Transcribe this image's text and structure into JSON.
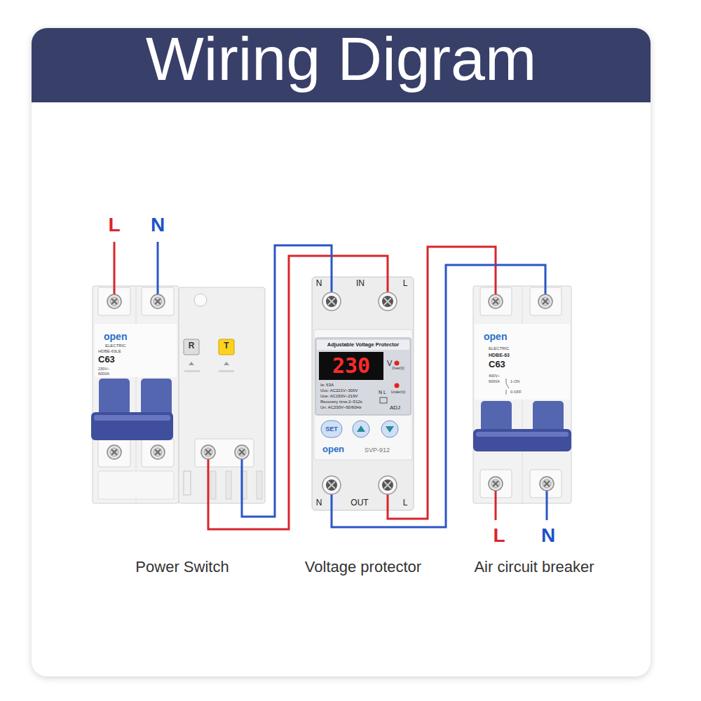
{
  "diagram": {
    "title": "Wiring Digram",
    "nodes": [
      {
        "text": [
          "Power Switch",
          "open",
          "ELECTRIC",
          "HDBE-63LE",
          "C63",
          "230V~",
          "6000A",
          "R",
          "T"
        ]
      },
      {
        "text": [
          "Voltage protector",
          "N",
          "IN",
          "L",
          "Adjustable Voltage Protector",
          "230",
          "V",
          "Over(V)",
          "Under(V)",
          "Ie: 63A",
          "Uvo: AC221V~300V",
          "Uve: AC150V~219V",
          "Recovery time:2~512s",
          "Un: AC230V~50/60Hz",
          "N L",
          "ADJ",
          "SET",
          "open",
          "SVP-912",
          "N",
          "OUT",
          "L"
        ]
      },
      {
        "text": [
          "Air circuit breaker",
          "open",
          "ELECTRIC",
          "HDBE-63",
          "C63",
          "400V~",
          "6000A",
          "1-ON",
          "0-OFF"
        ]
      }
    ],
    "edges": [
      {
        "from": 0,
        "to": 1,
        "arrow": "none"
      },
      {
        "from": 0,
        "to": 1,
        "arrow": "none"
      },
      {
        "from": 1,
        "to": 2,
        "arrow": "none"
      },
      {
        "from": 1,
        "to": 2,
        "arrow": "none"
      }
    ],
    "labels": [
      "L",
      "N",
      "L",
      "N"
    ]
  }
}
